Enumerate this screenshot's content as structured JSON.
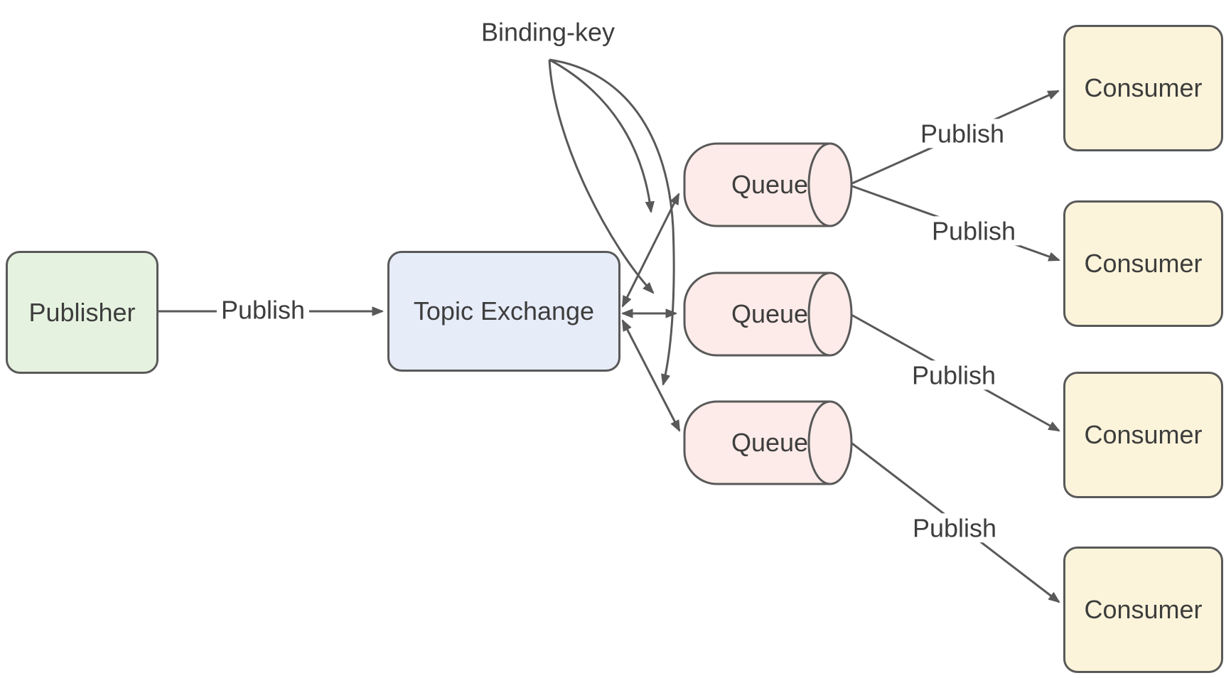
{
  "diagram": {
    "annotation": {
      "binding_key": "Binding-key"
    },
    "nodes": {
      "publisher": {
        "label": "Publisher"
      },
      "exchange": {
        "label": "Topic Exchange"
      },
      "queues": [
        {
          "label": "Queue"
        },
        {
          "label": "Queue"
        },
        {
          "label": "Queue"
        }
      ],
      "consumers": [
        {
          "label": "Consumer"
        },
        {
          "label": "Consumer"
        },
        {
          "label": "Consumer"
        },
        {
          "label": "Consumer"
        }
      ]
    },
    "edges": {
      "publisher_to_exchange": {
        "label": "Publish"
      },
      "queue1_to_consumer1": {
        "label": "Publish"
      },
      "queue1_to_consumer2": {
        "label": "Publish"
      },
      "queue2_to_consumer3": {
        "label": "Publish"
      },
      "queue3_to_consumer4": {
        "label": "Publish"
      }
    },
    "colors": {
      "background": "#ffffff",
      "stroke": "#595959",
      "text": "#3d3d3d",
      "publisher_fill": "#e6f2e0",
      "exchange_fill": "#e7ecf9",
      "queue_fill": "#fcebe8",
      "consumer_fill": "#fbf4da"
    }
  }
}
